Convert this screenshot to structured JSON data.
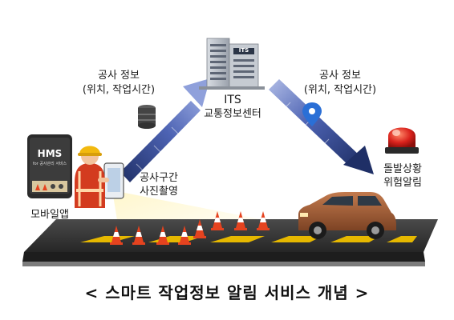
{
  "labels": {
    "its_title": "ITS",
    "its_subtitle": "교통정보센터",
    "its_sign": "ITS",
    "left_info_title": "공사 정보",
    "left_info_detail": "(위치, 작업시간)",
    "right_info_title": "공사 정보",
    "right_info_detail": "(위치, 작업시간)",
    "photo_line1": "공사구간",
    "photo_line2": "사진촬영",
    "app_name": "모바일앱",
    "app_logo": "HMS",
    "app_logo_sub": "for 공사관리 서비스",
    "alert_line1": "돌발상황",
    "alert_line2": "위험알림"
  },
  "caption": "< 스마트 작업정보 알림 서비스 개념 >",
  "icons": [
    "server-icon",
    "building-icon",
    "location-pin-icon",
    "warning-beacon-icon",
    "car-icon",
    "worker-icon",
    "phone-icon",
    "traffic-cone-icon"
  ],
  "colors": {
    "arrow_dark": "#1f2f66",
    "arrow_mid": "#4d63b3",
    "arrow_light": "#a5b2e0",
    "road": "#3a3a3a",
    "lane_marking": "#e6b800",
    "cone": "#e5431f",
    "car": "#a8613a",
    "beacon": "#d9221c",
    "worker_vest": "#d33b1f",
    "helmet": "#f2b90f",
    "pin": "#2a6fd6"
  }
}
